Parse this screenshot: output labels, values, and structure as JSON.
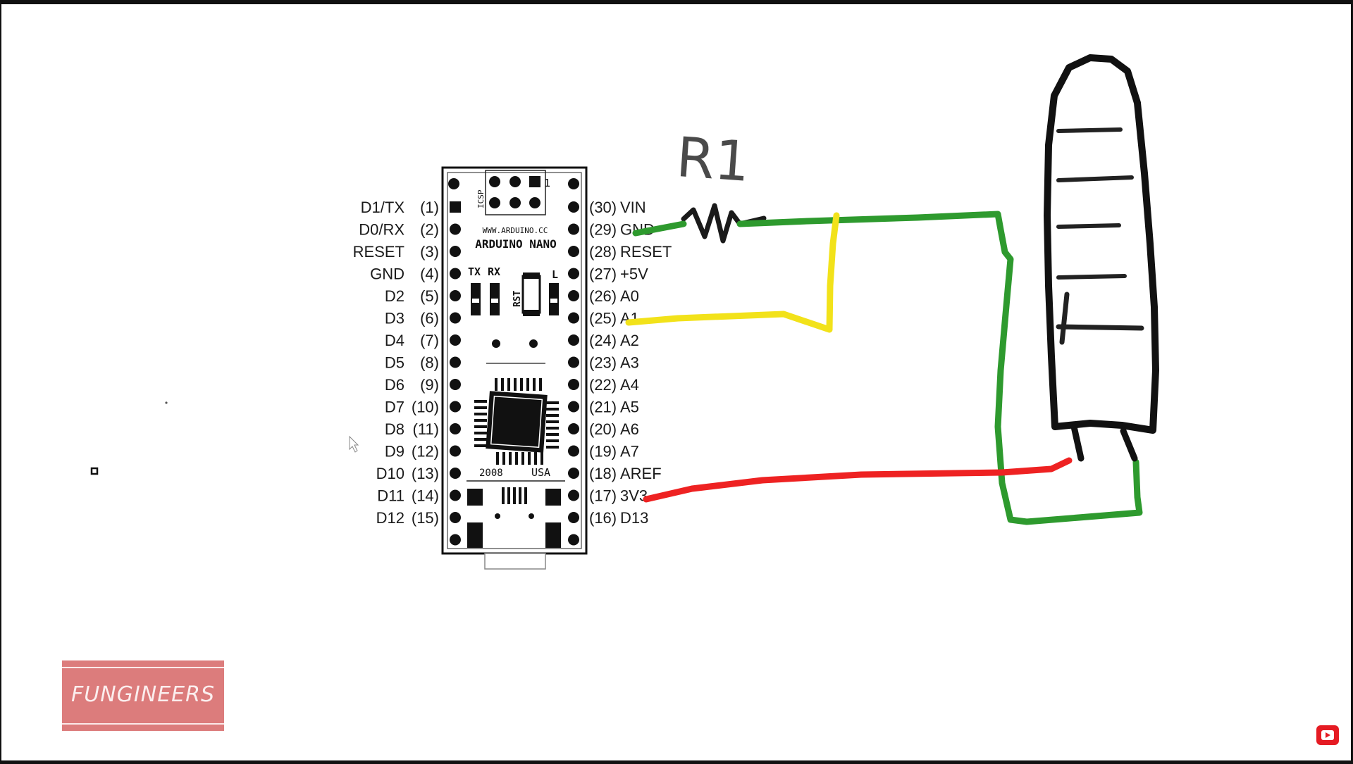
{
  "diagram": {
    "board": {
      "website": "WWW.ARDUINO.CC",
      "name": "ARDUINO NANO",
      "year": "2008",
      "country": "USA",
      "icsp": "ICSP",
      "pin_one": "1",
      "led_labels": [
        "TX",
        "RX",
        "RST",
        "L"
      ]
    },
    "left_pins": [
      {
        "name": "D1/TX",
        "num": "(1)"
      },
      {
        "name": "D0/RX",
        "num": "(2)"
      },
      {
        "name": "RESET",
        "num": "(3)"
      },
      {
        "name": "GND",
        "num": "(4)"
      },
      {
        "name": "D2",
        "num": "(5)"
      },
      {
        "name": "D3",
        "num": "(6)"
      },
      {
        "name": "D4",
        "num": "(7)"
      },
      {
        "name": "D5",
        "num": "(8)"
      },
      {
        "name": "D6",
        "num": "(9)"
      },
      {
        "name": "D7",
        "num": "(10)"
      },
      {
        "name": "D8",
        "num": "(11)"
      },
      {
        "name": "D9",
        "num": "(12)"
      },
      {
        "name": "D10",
        "num": "(13)"
      },
      {
        "name": "D11",
        "num": "(14)"
      },
      {
        "name": "D12",
        "num": "(15)"
      }
    ],
    "right_pins": [
      {
        "num": "(30)",
        "name": "VIN"
      },
      {
        "num": "(29)",
        "name": "GND"
      },
      {
        "num": "(28)",
        "name": "RESET"
      },
      {
        "num": "(27)",
        "name": "+5V"
      },
      {
        "num": "(26)",
        "name": "A0"
      },
      {
        "num": "(25)",
        "name": "A1"
      },
      {
        "num": "(24)",
        "name": "A2"
      },
      {
        "num": "(23)",
        "name": "A3"
      },
      {
        "num": "(22)",
        "name": "A4"
      },
      {
        "num": "(21)",
        "name": "A5"
      },
      {
        "num": "(20)",
        "name": "A6"
      },
      {
        "num": "(19)",
        "name": "A7"
      },
      {
        "num": "(18)",
        "name": "AREF"
      },
      {
        "num": "(17)",
        "name": "3V3"
      },
      {
        "num": "(16)",
        "name": "D13"
      }
    ],
    "resistor_label": "R1",
    "wire_colors": {
      "ground": "#2e9a2e",
      "signal": "#f2e21a",
      "power": "#ee2222"
    }
  },
  "branding": {
    "logo_text": "FUNGINEERS",
    "logo_color": "#dc7c7c"
  },
  "player": {
    "youtube_icon": "youtube-icon"
  }
}
